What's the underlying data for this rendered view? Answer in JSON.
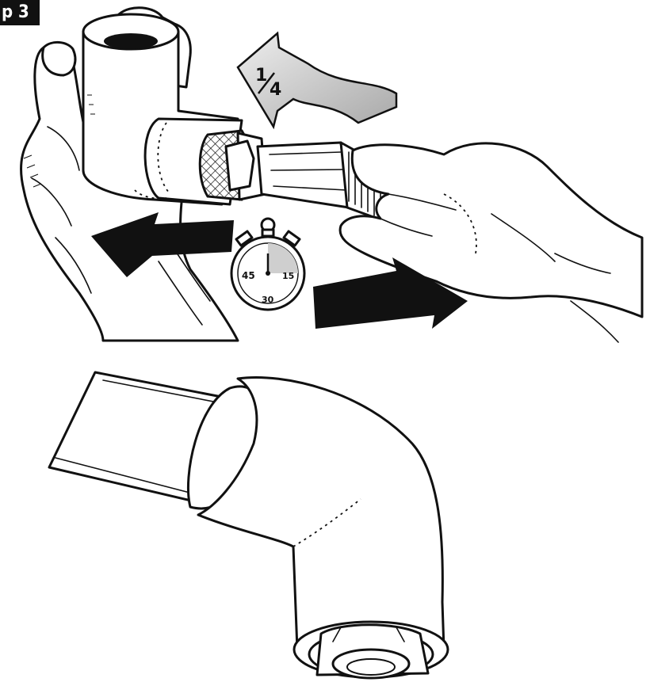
{
  "step_label": "p 3",
  "rotation_badge": {
    "numerator": "1",
    "denominator": "4"
  },
  "timer": {
    "tick_45": "45",
    "tick_15": "15",
    "tick_30": "30"
  },
  "colors": {
    "ink": "#111111",
    "background": "#ffffff",
    "arrow": "#111111",
    "badge_fill": "#d4d4d4"
  },
  "icons": [
    "quarter-turn-icon",
    "stopwatch-icon",
    "push-arrow-left-icon",
    "push-arrow-right-icon"
  ]
}
